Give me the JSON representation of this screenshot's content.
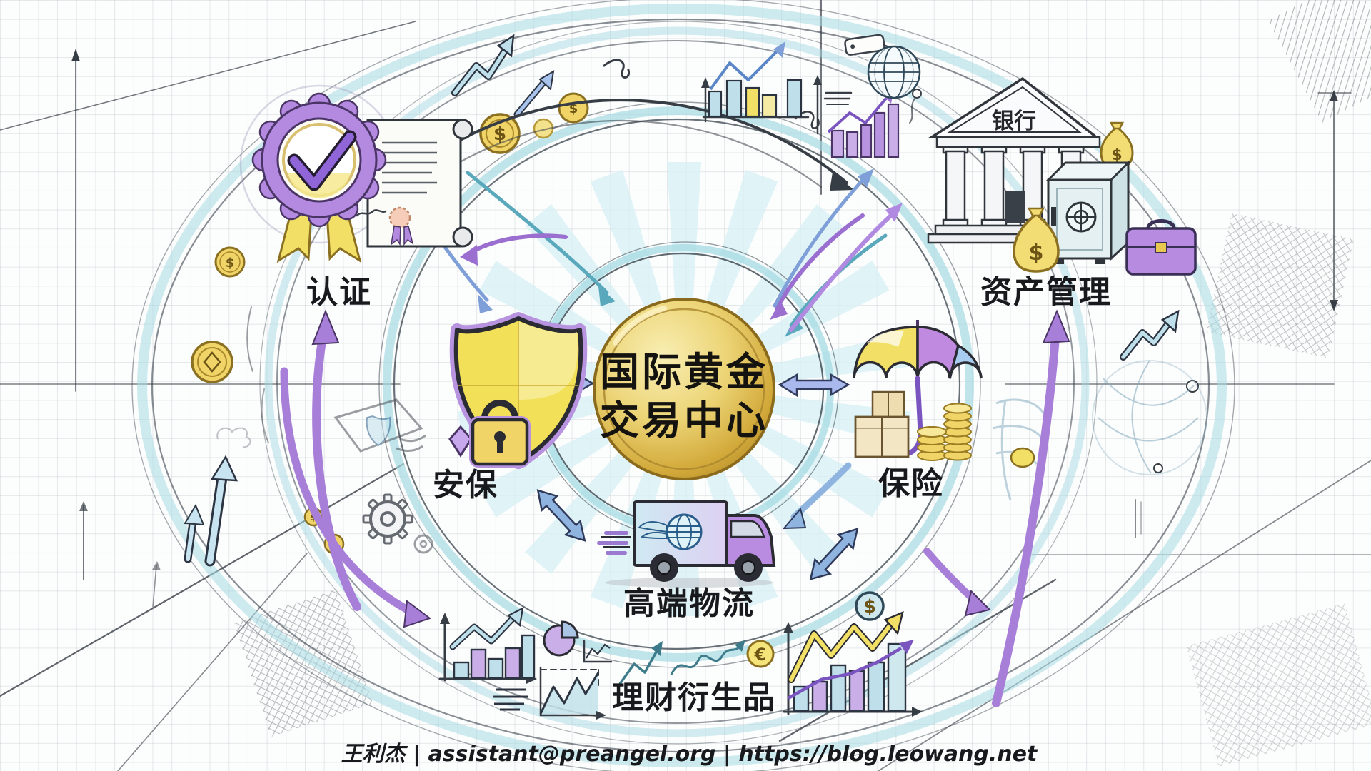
{
  "scene": {
    "description": "Hand-drawn sketch infographic of an international gold trading center ecosystem on blueprint grid paper"
  },
  "center": {
    "title_line1": "国际黄金",
    "title_line2": "交易中心"
  },
  "nodes": {
    "certification": {
      "label": "认证"
    },
    "security": {
      "label": "安保"
    },
    "asset_management": {
      "label": "资产管理",
      "bank_sign": "银行"
    },
    "insurance": {
      "label": "保险"
    },
    "logistics": {
      "label": "高端物流"
    },
    "derivatives": {
      "label": "理财衍生品"
    }
  },
  "currency": {
    "dollar": "$",
    "euro": "€"
  },
  "footer": {
    "credit": "王利杰 | assistant@preangel.org | https://blog.leowang.net"
  },
  "colors": {
    "gold": "#e0bc4e",
    "purple": "#a87fd8",
    "lavender": "#c0a0e8",
    "teal": "#9fd4de",
    "blue": "#8fb4e0",
    "yellow": "#f2df66",
    "ink": "#363d45",
    "paper": "#fcfdfd"
  }
}
